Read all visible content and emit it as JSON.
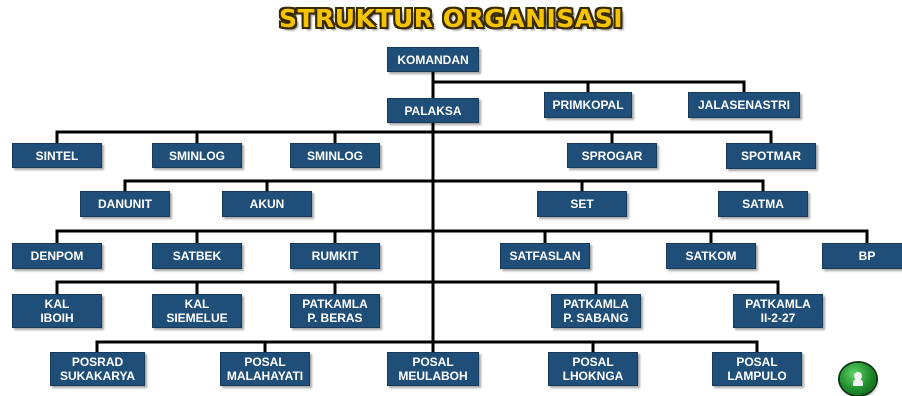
{
  "title": "STRUKTUR ORGANISASI",
  "nodes": {
    "komandan": "KOMANDAN",
    "palaksa": "PALAKSA",
    "primkopal": "PRIMKOPAL",
    "jalasenastri": "JALASENASTRI",
    "sintel": "SINTEL",
    "sminlog_1": "SMINLOG",
    "sminlog_2": "SMINLOG",
    "sprogar": "SPROGAR",
    "spotmar": "SPOTMAR",
    "danunit": "DANUNIT",
    "akun": "AKUN",
    "set": "SET",
    "satma": "SATMA",
    "denpom": "DENPOM",
    "satbek": "SATBEK",
    "rumkit": "RUMKIT",
    "satfaslan": "SATFASLAN",
    "satkom": "SATKOM",
    "bp": "BP",
    "kal_iboih": "KAL\nIBOIH",
    "kal_siemelue": "KAL\nSIEMELUE",
    "patkamla_beras": "PATKAMLA\nP. BERAS",
    "patkamla_sabang": "PATKAMLA\nP. SABANG",
    "patkamla_ii": "PATKAMLA\nII-2-27",
    "posrad_sukakarya": "POSRAD\nSUKAKARYA",
    "posal_malahayati": "POSAL\nMALAHAYATI",
    "posal_meulaboh": "POSAL\nMEULABOH",
    "posal_lhoknga": "POSAL\nLHOKNGA",
    "posal_lampulo": "POSAL\nLAMPULO"
  },
  "colors": {
    "box_fill": "#1f4e79",
    "box_text": "#ffffff",
    "connector": "#000000",
    "title_fill": "#f5c400",
    "nav_button": "#1e8a2a"
  },
  "icons": {
    "nav_button": "user-icon"
  }
}
